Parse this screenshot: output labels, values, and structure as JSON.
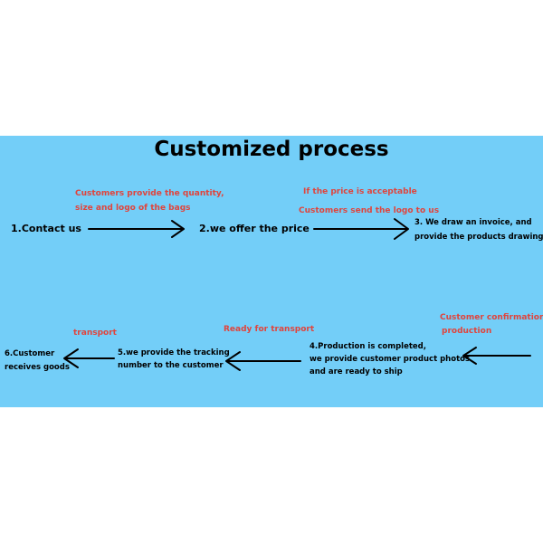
{
  "title": "Customized process",
  "steps": {
    "s1": "1.Contact us",
    "s2": "2.we offer the price",
    "s3_l1": "3. We draw an invoice, and",
    "s3_l2": "provide the products drawing",
    "s4_l1": "4.Production is completed,",
    "s4_l2": "we provide customer product photos",
    "s4_l3": "and are ready to ship",
    "s5_l1": "5.we provide the tracking",
    "s5_l2": "number to the customer",
    "s6_l1": "6.Customer",
    "s6_l2": "receives goods"
  },
  "notes": {
    "a1_l1": "Customers provide the quantity,",
    "a1_l2": "size and logo of the bags",
    "a2_l1": "If the price is acceptable",
    "a2_l2": "Customers send the logo to us",
    "a3_l1": "Customer confirmation,",
    "a3_l2": "production",
    "a4": "Ready for transport",
    "a5": "transport"
  },
  "colors": {
    "background": "#73cef8",
    "note_text": "#e0443c",
    "step_text": "#000000"
  }
}
